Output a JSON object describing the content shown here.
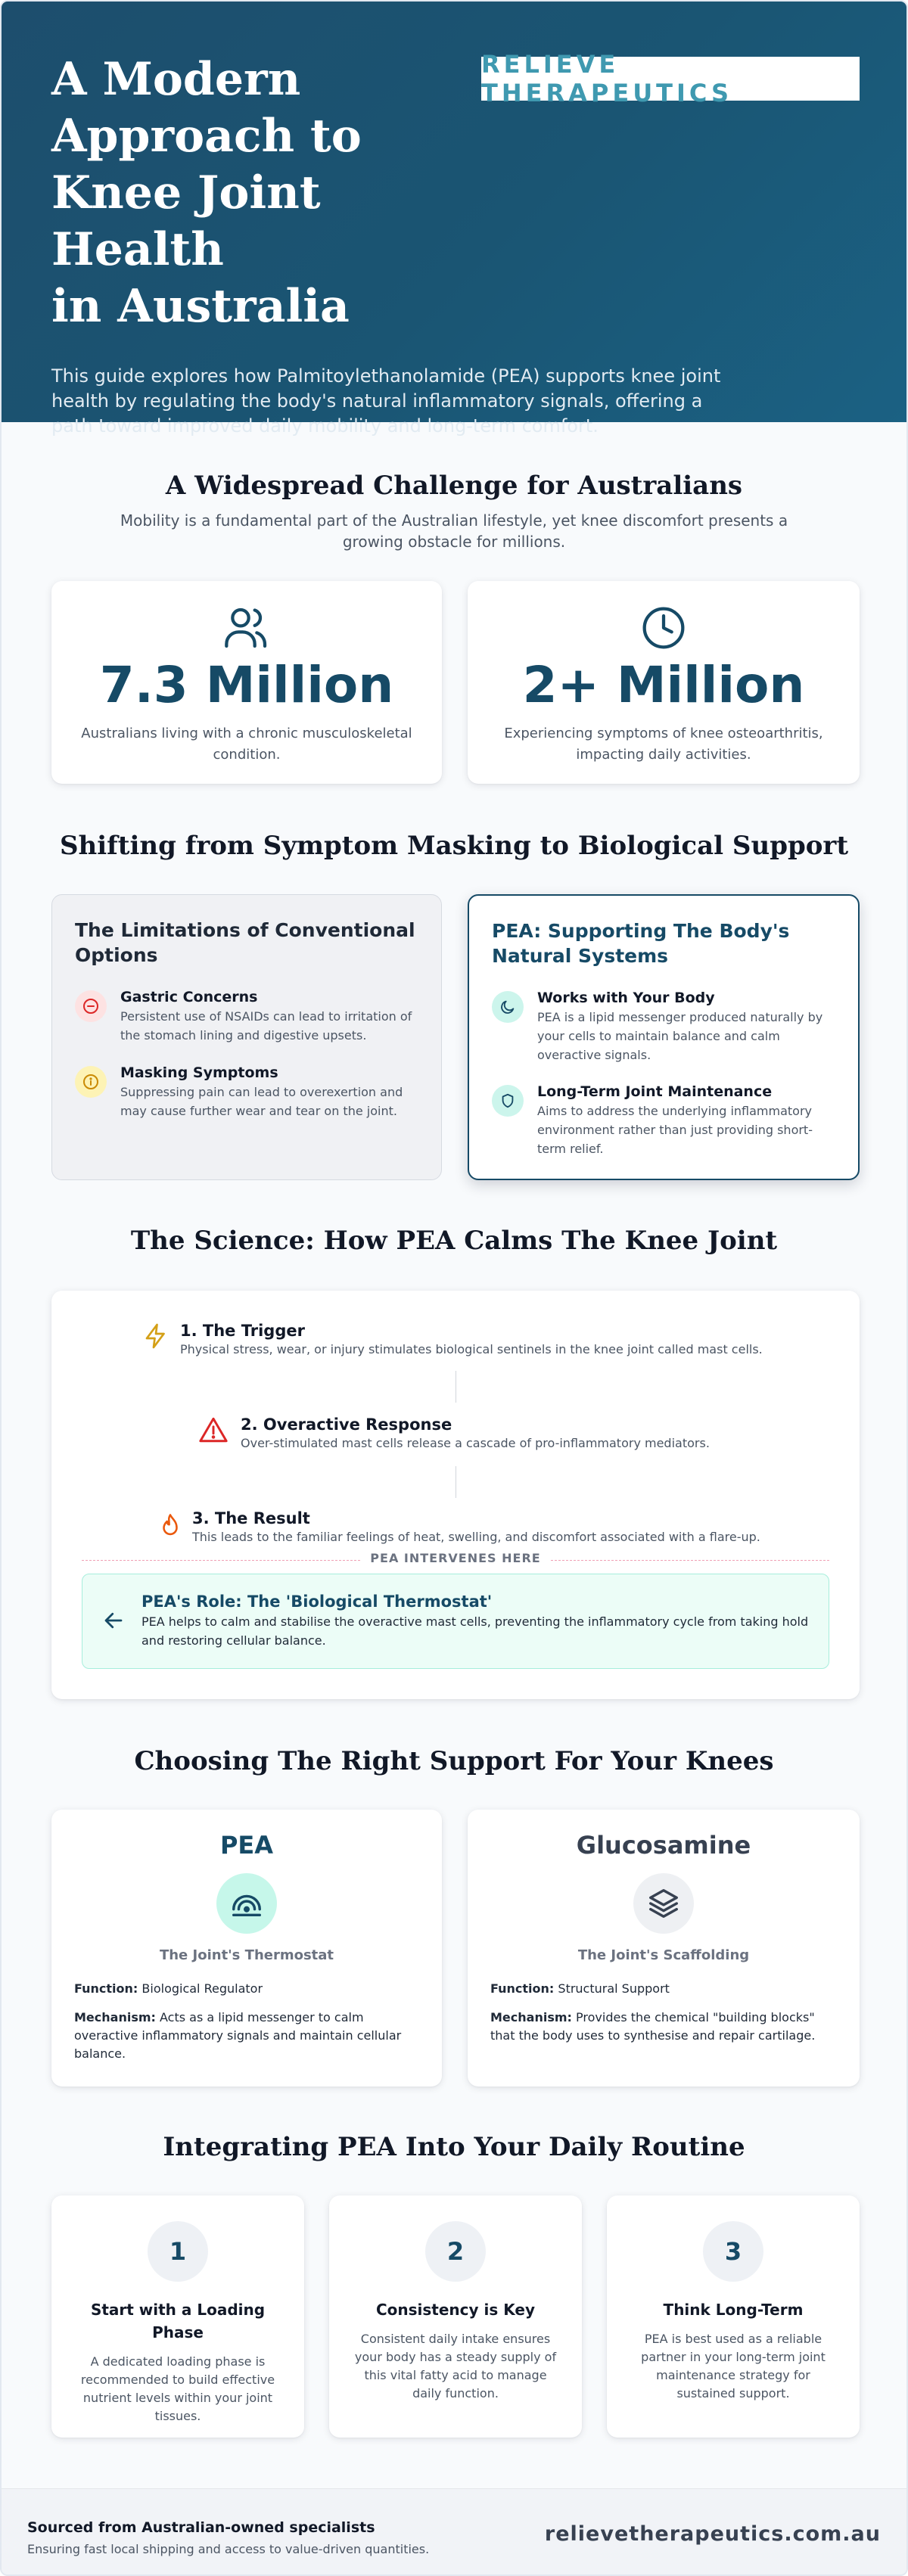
{
  "hero": {
    "title_lines": [
      "A Modern",
      "Approach to",
      "Knee Joint Health",
      "in Australia"
    ],
    "description": "This guide explores how Palmitoylethanolamide (PEA) supports knee joint health by regulating the body's natural inflammatory signals, offering a path toward improved daily mobility and long-term comfort.",
    "logo_text": "RELIEVE THERAPEUTICS"
  },
  "challenge": {
    "title": "A Widespread Challenge for Australians",
    "subtitle": "Mobility is a fundamental part of the Australian lifestyle, yet knee discomfort presents a growing obstacle for millions.",
    "stats": [
      {
        "icon": "users-icon",
        "number": "7.3 Million",
        "label": "Australians living with a chronic musculoskeletal condition."
      },
      {
        "icon": "clock-icon",
        "number": "2+ Million",
        "label": "Experiencing symptoms of knee osteoarthritis, impacting daily activities."
      }
    ]
  },
  "shift": {
    "title": "Shifting from Symptom Masking to Biological Support",
    "left": {
      "title": "The Limitations of Conventional Options",
      "items": [
        {
          "icon": "minus-circle-icon",
          "heading": "Gastric Concerns",
          "text": "Persistent use of NSAIDs can lead to irritation of the stomach lining and digestive upsets."
        },
        {
          "icon": "info-icon",
          "heading": "Masking Symptoms",
          "text": "Suppressing pain can lead to overexertion and may cause further wear and tear on the joint."
        }
      ]
    },
    "right": {
      "title": "PEA: Supporting The Body's Natural Systems",
      "items": [
        {
          "icon": "moon-icon",
          "heading": "Works with Your Body",
          "text": "PEA is a lipid messenger produced naturally by your cells to maintain balance and calm overactive signals."
        },
        {
          "icon": "shield-icon",
          "heading": "Long-Term Joint Maintenance",
          "text": "Aims to address the underlying inflammatory environment rather than just providing short-term relief."
        }
      ]
    }
  },
  "science": {
    "title": "The Science: How PEA Calms The Knee Joint",
    "steps": [
      {
        "icon": "lightning-icon",
        "heading": "1. The Trigger",
        "text": "Physical stress, wear, or injury stimulates biological sentinels in the knee joint called mast cells."
      },
      {
        "icon": "warning-icon",
        "heading": "2. Overactive Response",
        "text": "Over-stimulated mast cells release a cascade of pro-inflammatory mediators."
      },
      {
        "icon": "flame-icon",
        "heading": "3. The Result",
        "text": "This leads to the familiar feelings of heat, swelling, and discomfort associated with a flare-up."
      }
    ],
    "divider_label": "PEA INTERVENES HERE",
    "role": {
      "heading": "PEA's Role: The 'Biological Thermostat'",
      "text": "PEA helps to calm and stabilise the overactive mast cells, preventing the inflammatory cycle from taking hold and restoring cellular balance."
    }
  },
  "choose": {
    "title": "Choosing The Right Support For Your Knees",
    "options": [
      {
        "name": "PEA",
        "icon": "gauge-icon",
        "tagline": "The Joint's Thermostat",
        "function_label": "Function:",
        "function": "Biological Regulator",
        "mechanism_label": "Mechanism:",
        "mechanism": "Acts as a lipid messenger to calm overactive inflammatory signals and maintain cellular balance."
      },
      {
        "name": "Glucosamine",
        "icon": "layers-icon",
        "tagline": "The Joint's Scaffolding",
        "function_label": "Function:",
        "function": "Structural Support",
        "mechanism_label": "Mechanism:",
        "mechanism": "Provides the chemical \"building blocks\" that the body uses to synthesise and repair cartilage."
      }
    ]
  },
  "routine": {
    "title": "Integrating PEA Into Your Daily Routine",
    "steps": [
      {
        "number": "1",
        "heading": "Start with a Loading Phase",
        "text": "A dedicated loading phase is recommended to build effective nutrient levels within your joint tissues."
      },
      {
        "number": "2",
        "heading": "Consistency is Key",
        "text": "Consistent daily intake ensures your body has a steady supply of this vital fatty acid to manage daily function."
      },
      {
        "number": "3",
        "heading": "Think Long-Term",
        "text": "PEA is best used as a reliable partner in your long-term joint maintenance strategy for sustained support."
      }
    ]
  },
  "footer": {
    "heading": "Sourced from Australian-owned specialists",
    "text": "Ensuring fast local shipping and access to value-driven quantities.",
    "url": "relievetherapeutics.com.au"
  },
  "colors": {
    "brand_dark": "#164a66",
    "accent_teal": "#14b8a6",
    "alert_red": "#dc2626",
    "warn_amber": "#ca8a04"
  }
}
